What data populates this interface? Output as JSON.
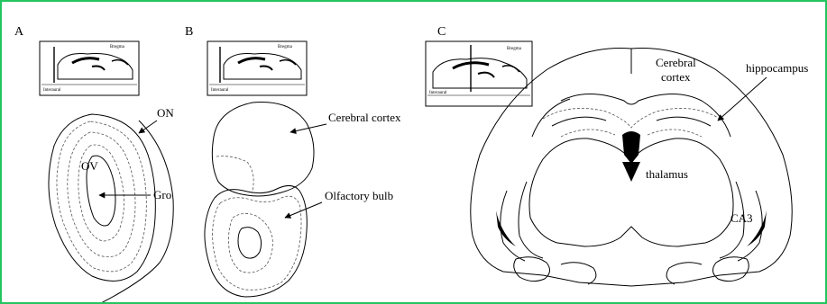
{
  "panels": [
    {
      "id": "A",
      "label": "A"
    },
    {
      "id": "B",
      "label": "B"
    },
    {
      "id": "C",
      "label": "C"
    }
  ],
  "panelA": {
    "on": "ON",
    "ov": "OV",
    "gro": "Gro"
  },
  "panelB": {
    "cortex": "Cerebral cortex",
    "bulb": "Olfactory bulb"
  },
  "panelC": {
    "cortex_line1": "Cerebral",
    "cortex_line2": "cortex",
    "hippocampus": "hippocampus",
    "thalamus": "thalamus",
    "ca3": "CA3"
  },
  "inset": {
    "bregma": "Bregma",
    "interaural": "Interaural"
  },
  "colors": {
    "frame": "#22c55e",
    "ink": "#000000"
  }
}
